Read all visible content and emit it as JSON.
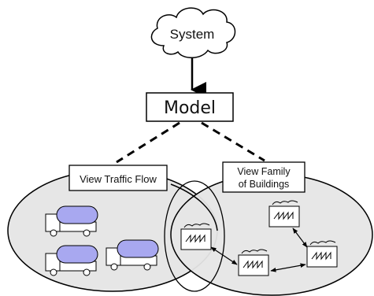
{
  "system": {
    "label": "System"
  },
  "model": {
    "label": "Model"
  },
  "views": [
    {
      "label": "View Traffic Flow"
    },
    {
      "label_lines": [
        "View Family",
        "of Buildings"
      ]
    }
  ],
  "colors": {
    "ellipse_fill": "#e6e6e6",
    "stroke": "#000000",
    "truck_tank": "#a8a8f0",
    "box_fill": "#ffffff"
  }
}
